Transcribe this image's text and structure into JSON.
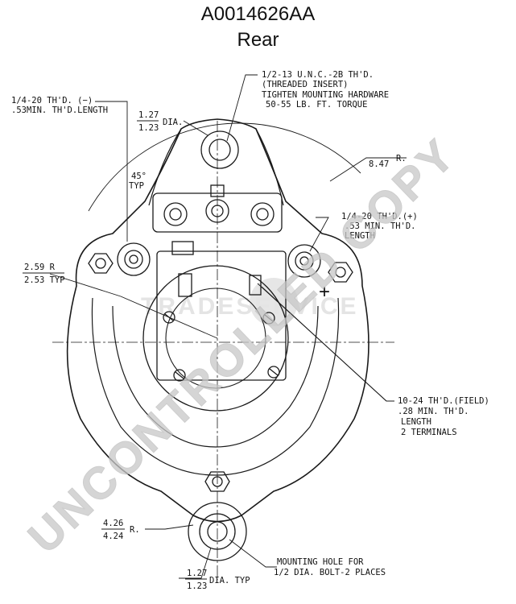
{
  "header": {
    "title": "A0014626AA",
    "subtitle": "Rear"
  },
  "callouts": {
    "neg_terminal": {
      "line1": "1/4-20 TH'D. (−)",
      "line2": ".53MIN. TH'D.LENGTH"
    },
    "mount_insert": {
      "line1": "1/2-13 U.N.C.-2B TH'D.",
      "line2": "(THREADED INSERT)",
      "line3": "TIGHTEN MOUNTING HARDWARE",
      "line4": "50-55 LB. FT. TORQUE"
    },
    "top_hole_dia": {
      "upper": "1.27",
      "lower": "1.23",
      "suffix": "DIA."
    },
    "outer_radius": {
      "upper": "8.47",
      "suffix": "R."
    },
    "angle": {
      "value": "45°",
      "suffix": "TYP"
    },
    "pos_terminal": {
      "line1": "1/4-20 TH'D.(+)",
      "line2": ".53 MIN. TH'D.",
      "line3": "LENGTH"
    },
    "boss_radius": {
      "upper": "2.59 R",
      "lower": "2.53 TYP"
    },
    "field_terminal": {
      "line1": "10-24 TH'D.(FIELD)",
      "line2": ".28 MIN. TH'D.",
      "line3": "LENGTH",
      "line4": "2 TERMINALS"
    },
    "bottom_radius": {
      "upper": "4.26",
      "lower": "4.24",
      "suffix": "R."
    },
    "mount_hole": {
      "line1": "MOUNTING HOLE FOR",
      "line2": "1/2 DIA. BOLT-2 PLACES"
    },
    "bottom_hole_dia": {
      "upper": "1.27",
      "lower": "1.23",
      "suffix": "DIA. TYP"
    },
    "plus_mark": "+"
  },
  "watermarks": {
    "primary": "UNCONTROLLED COPY",
    "secondary": "TRADESERVICE"
  },
  "colors": {
    "ink": "#1a1a1a",
    "watermark": "#c8c8c8",
    "background": "#ffffff"
  }
}
